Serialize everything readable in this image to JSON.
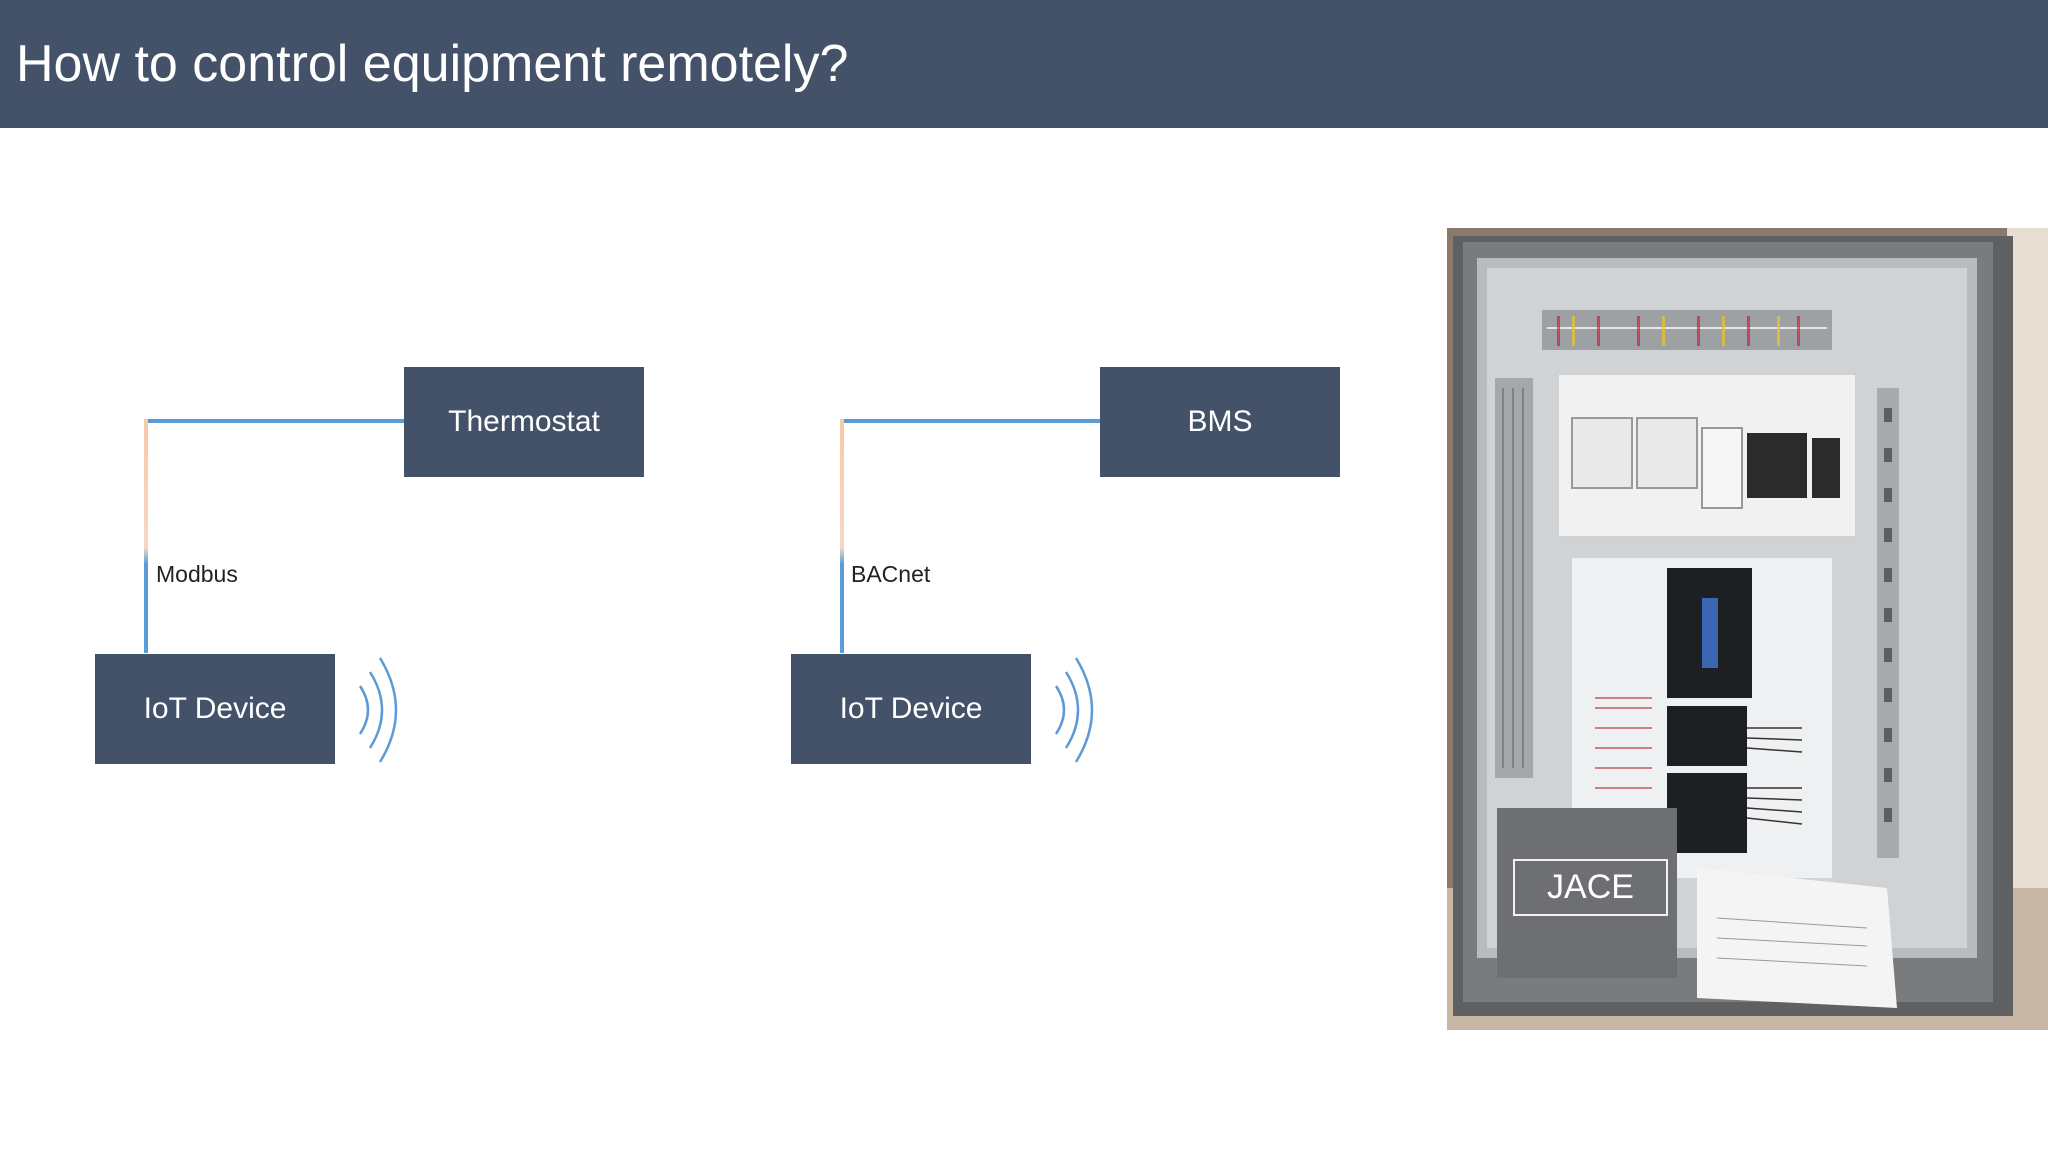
{
  "slide": {
    "title": "How to control equipment remotely?"
  },
  "diagrams": [
    {
      "controller_label": "Thermostat",
      "protocol_label": "Modbus",
      "device_label": "IoT Device"
    },
    {
      "controller_label": "BMS",
      "protocol_label": "BACnet",
      "device_label": "IoT Device"
    }
  ],
  "photo": {
    "callout_label": "JACE"
  },
  "colors": {
    "header": "#435268",
    "box": "#435268",
    "connector": "#5b9bd5",
    "connector_fade": "#f7c9a8",
    "title_text": "#ffffff"
  },
  "icons": {
    "wireless_signal": "wireless-signal-icon"
  }
}
